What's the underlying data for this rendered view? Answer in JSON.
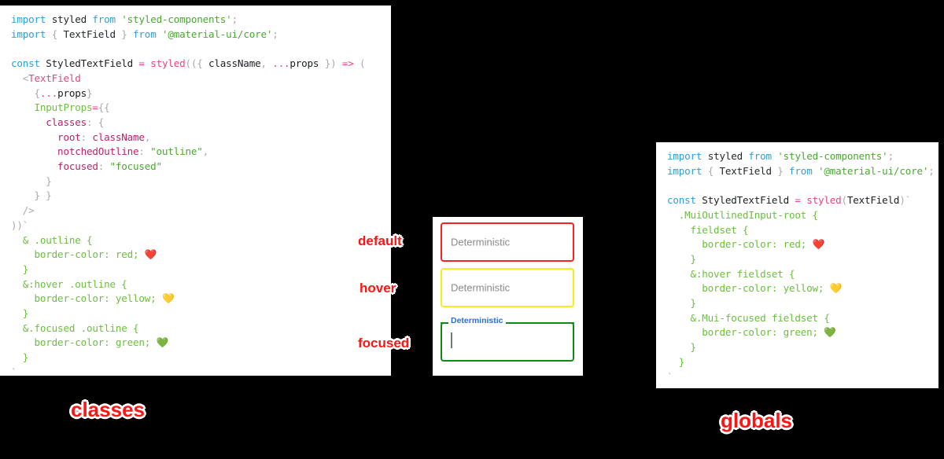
{
  "left_panel": {
    "name": "classes-code-panel",
    "caption": "classes",
    "lines": [
      [
        {
          "t": "kw",
          "v": "import "
        },
        {
          "t": "id",
          "v": "styled "
        },
        {
          "t": "kw",
          "v": "from "
        },
        {
          "t": "str",
          "v": "'styled-components'"
        },
        {
          "t": "punc",
          "v": ";"
        }
      ],
      [
        {
          "t": "kw",
          "v": "import "
        },
        {
          "t": "punc",
          "v": "{ "
        },
        {
          "t": "id",
          "v": "TextField "
        },
        {
          "t": "punc",
          "v": "} "
        },
        {
          "t": "kw",
          "v": "from "
        },
        {
          "t": "str",
          "v": "'@material-ui/core'"
        },
        {
          "t": "punc",
          "v": ";"
        }
      ],
      [
        {
          "t": "plain",
          "v": ""
        }
      ],
      [
        {
          "t": "kw",
          "v": "const "
        },
        {
          "t": "dark",
          "v": "StyledTextField "
        },
        {
          "t": "op",
          "v": "= "
        },
        {
          "t": "fn",
          "v": "styled"
        },
        {
          "t": "punc",
          "v": "(({ "
        },
        {
          "t": "dark",
          "v": "className"
        },
        {
          "t": "punc",
          "v": ", "
        },
        {
          "t": "op",
          "v": "..."
        },
        {
          "t": "dark",
          "v": "props "
        },
        {
          "t": "punc",
          "v": "}) "
        },
        {
          "t": "op",
          "v": "=> "
        },
        {
          "t": "punc",
          "v": "("
        }
      ],
      [
        {
          "t": "punc",
          "v": "  <"
        },
        {
          "t": "tag",
          "v": "TextField"
        }
      ],
      [
        {
          "t": "punc",
          "v": "    {"
        },
        {
          "t": "op",
          "v": "..."
        },
        {
          "t": "dark",
          "v": "props"
        },
        {
          "t": "punc",
          "v": "}"
        }
      ],
      [
        {
          "t": "css",
          "v": "    InputProps"
        },
        {
          "t": "op",
          "v": "="
        },
        {
          "t": "punc",
          "v": "{{"
        }
      ],
      [
        {
          "t": "prop",
          "v": "      classes"
        },
        {
          "t": "punc",
          "v": ": {"
        }
      ],
      [
        {
          "t": "prop",
          "v": "        root"
        },
        {
          "t": "punc",
          "v": ": "
        },
        {
          "t": "prop",
          "v": "className"
        },
        {
          "t": "punc",
          "v": ","
        }
      ],
      [
        {
          "t": "prop",
          "v": "        notchedOutline"
        },
        {
          "t": "punc",
          "v": ": "
        },
        {
          "t": "str",
          "v": "\"outline\""
        },
        {
          "t": "punc",
          "v": ","
        }
      ],
      [
        {
          "t": "prop",
          "v": "        focused"
        },
        {
          "t": "punc",
          "v": ": "
        },
        {
          "t": "str",
          "v": "\"focused\""
        }
      ],
      [
        {
          "t": "punc",
          "v": "      }"
        }
      ],
      [
        {
          "t": "punc",
          "v": "    } }"
        }
      ],
      [
        {
          "t": "punc",
          "v": "  />"
        }
      ],
      [
        {
          "t": "punc",
          "v": "))`"
        }
      ],
      [
        {
          "t": "css",
          "v": "  & .outline {"
        }
      ],
      [
        {
          "t": "css",
          "v": "    border-color: red; "
        },
        {
          "t": "emoji",
          "v": "❤️"
        }
      ],
      [
        {
          "t": "css",
          "v": "  }"
        }
      ],
      [
        {
          "t": "css",
          "v": "  &:hover .outline {"
        }
      ],
      [
        {
          "t": "css",
          "v": "    border-color: yellow; "
        },
        {
          "t": "emoji",
          "v": "💛"
        }
      ],
      [
        {
          "t": "css",
          "v": "  }"
        }
      ],
      [
        {
          "t": "css",
          "v": "  &.focused .outline {"
        }
      ],
      [
        {
          "t": "css",
          "v": "    border-color: green; "
        },
        {
          "t": "emoji",
          "v": "💚"
        }
      ],
      [
        {
          "t": "css",
          "v": "  }"
        }
      ],
      [
        {
          "t": "punc",
          "v": "`"
        }
      ],
      [
        {
          "t": "punc",
          "v": ";"
        }
      ]
    ]
  },
  "right_panel": {
    "name": "globals-code-panel",
    "caption": "globals",
    "lines": [
      [
        {
          "t": "kw",
          "v": "import "
        },
        {
          "t": "id",
          "v": "styled "
        },
        {
          "t": "kw",
          "v": "from "
        },
        {
          "t": "str",
          "v": "'styled-components'"
        },
        {
          "t": "punc",
          "v": ";"
        }
      ],
      [
        {
          "t": "kw",
          "v": "import "
        },
        {
          "t": "punc",
          "v": "{ "
        },
        {
          "t": "id",
          "v": "TextField "
        },
        {
          "t": "punc",
          "v": "} "
        },
        {
          "t": "kw",
          "v": "from "
        },
        {
          "t": "str",
          "v": "'@material-ui/core'"
        },
        {
          "t": "punc",
          "v": ";"
        }
      ],
      [
        {
          "t": "plain",
          "v": ""
        }
      ],
      [
        {
          "t": "kw",
          "v": "const "
        },
        {
          "t": "dark",
          "v": "StyledTextField "
        },
        {
          "t": "op",
          "v": "= "
        },
        {
          "t": "fn",
          "v": "styled"
        },
        {
          "t": "punc",
          "v": "("
        },
        {
          "t": "dark",
          "v": "TextField"
        },
        {
          "t": "punc",
          "v": ")`"
        }
      ],
      [
        {
          "t": "css",
          "v": "  .MuiOutlinedInput-root {"
        }
      ],
      [
        {
          "t": "css",
          "v": "    fieldset {"
        }
      ],
      [
        {
          "t": "css",
          "v": "      border-color: red; "
        },
        {
          "t": "emoji",
          "v": "❤️"
        }
      ],
      [
        {
          "t": "css",
          "v": "    }"
        }
      ],
      [
        {
          "t": "css",
          "v": "    &:hover fieldset {"
        }
      ],
      [
        {
          "t": "css",
          "v": "      border-color: yellow; "
        },
        {
          "t": "emoji",
          "v": "💛"
        }
      ],
      [
        {
          "t": "css",
          "v": "    }"
        }
      ],
      [
        {
          "t": "css",
          "v": "    &.Mui-focused fieldset {"
        }
      ],
      [
        {
          "t": "css",
          "v": "      border-color: green; "
        },
        {
          "t": "emoji",
          "v": "💚"
        }
      ],
      [
        {
          "t": "css",
          "v": "    }"
        }
      ],
      [
        {
          "t": "css",
          "v": "  }"
        }
      ],
      [
        {
          "t": "punc",
          "v": "`"
        }
      ],
      [
        {
          "t": "punc",
          "v": ";"
        }
      ]
    ]
  },
  "demo": {
    "fields": [
      {
        "state": "default",
        "value": "Deterministic",
        "border_color": "#f5221f",
        "label_shown": false
      },
      {
        "state": "hover",
        "value": "Deterministic",
        "border_color": "#f7eb1c",
        "label_shown": false
      },
      {
        "state": "focused",
        "value": "",
        "label": "Deterministic",
        "border_color": "#108a17",
        "label_shown": true,
        "label_color": "#2b6fd6"
      }
    ]
  },
  "annotations": {
    "default": "default",
    "hover": "hover",
    "focused": "focused",
    "classes": "classes",
    "globals": "globals"
  },
  "colors": {
    "background": "#000000",
    "panel": "#ffffff",
    "annotation_text": "#ff1414",
    "annotation_outline": "#ffffff",
    "red": "#f5221f",
    "yellow": "#f7eb1c",
    "green": "#108a17",
    "label_blue": "#2b6fd6"
  }
}
